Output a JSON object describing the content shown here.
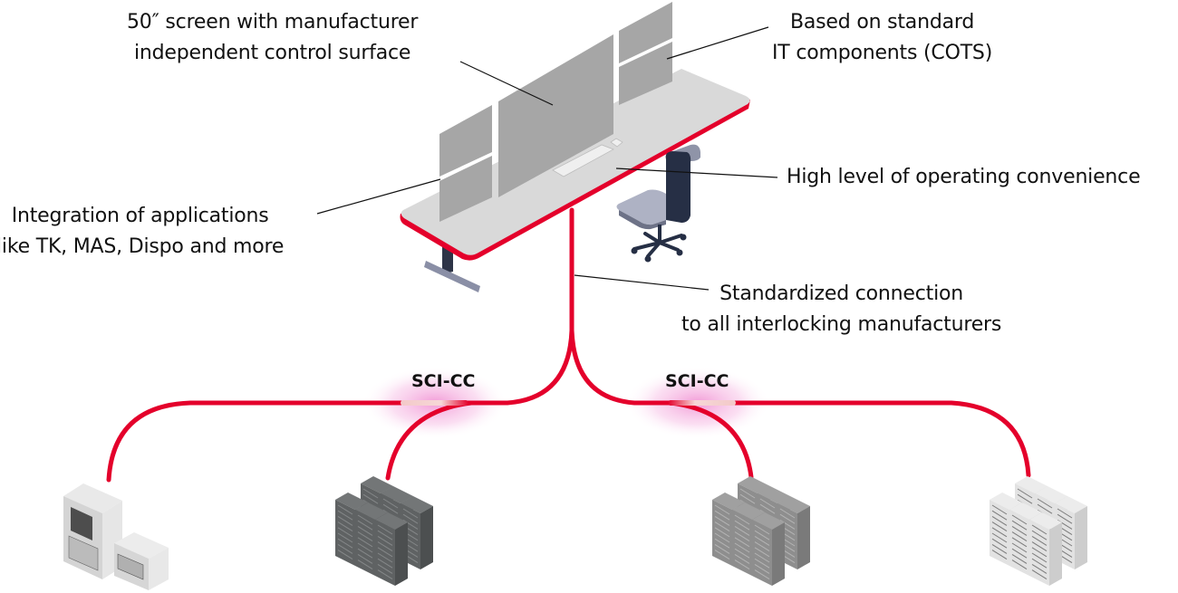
{
  "callouts": {
    "screen": {
      "line1": "50″ screen with manufacturer",
      "line2": "independent control surface"
    },
    "cots": {
      "line1": "Based on standard",
      "line2": "IT components (COTS)"
    },
    "integration": {
      "line1": "Integration of applications",
      "line2": "like TK, MAS, Dispo and more"
    },
    "convenience": {
      "line1": "High level of operating convenience"
    },
    "connection": {
      "line1": "Standardized connection",
      "line2": "to all interlocking manufacturers"
    }
  },
  "nodes": {
    "sci_left": "SCI-CC",
    "sci_right": "SCI-CC"
  },
  "colors": {
    "cable": "#e4002b",
    "glow": "#f5a6d8",
    "desk_top": "#d9d9d9",
    "monitor": "#a6a6a6",
    "chair": "#262f45",
    "leader": "#111111"
  },
  "icons": [
    "desk-icon",
    "monitor-icon",
    "keyboard-icon",
    "chair-icon",
    "interlocking-cabinet-icon",
    "server-rack-icon"
  ]
}
